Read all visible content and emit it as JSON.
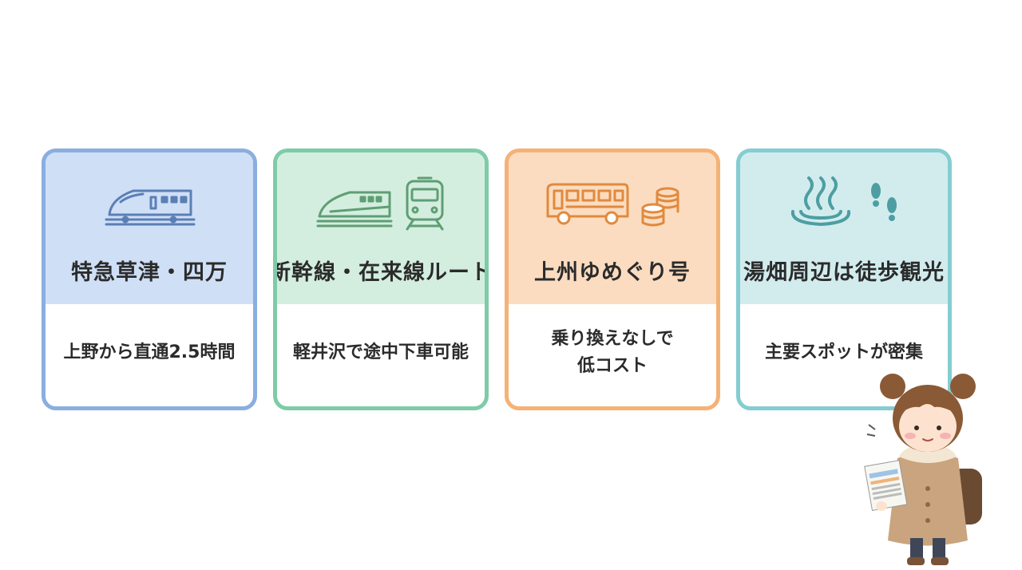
{
  "colors": {
    "card1_border": "#8aaee0",
    "card2_border": "#7fcba8",
    "card3_border": "#f4b277",
    "card4_border": "#84cdd0"
  },
  "cards": [
    {
      "title": "特急草津・四万",
      "body": "上野から直通2.5時間",
      "icons": [
        "limited-express-train-icon"
      ]
    },
    {
      "title": "新幹線・在来線ルート",
      "body": "軽井沢で途中下車可能",
      "icons": [
        "shinkansen-icon",
        "local-train-icon"
      ]
    },
    {
      "title": "上州ゆめぐり号",
      "body": "乗り換えなしで\n低コスト",
      "icons": [
        "bus-icon",
        "coins-icon"
      ]
    },
    {
      "title": "湯畑周辺は徒歩観光",
      "body": "主要スポットが密集",
      "icons": [
        "hot-spring-icon",
        "footprints-icon"
      ]
    }
  ],
  "character": {
    "icon": "traveler-girl-with-timetable-illustration"
  }
}
